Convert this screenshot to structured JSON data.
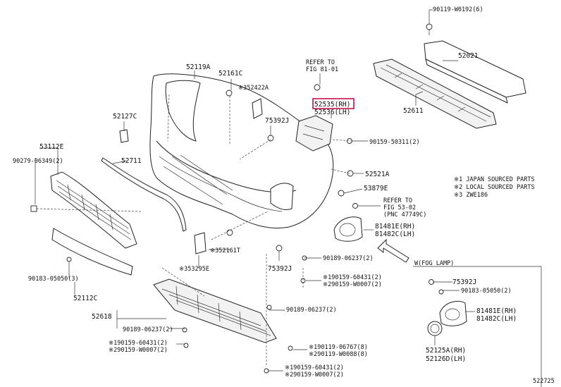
{
  "labels": {
    "p90119": "90119-W0192(6)",
    "p52021": "52021",
    "p52611": "52611",
    "refer1_a": "REFER TO",
    "refer1_b": "FIG 81-01",
    "p52535": "52535(RH)",
    "p52536": "52536(LH)",
    "p90159_50311": "90159-50311(2)",
    "p52521a": "52521A",
    "p53879e": "53879E",
    "refer2_a": "REFER TO",
    "refer2_b": "FIG 53-02",
    "refer2_c": "(PNC 47749C)",
    "p81481e_1": "81481E(RH)",
    "p81482c_1": "81482C(LH)",
    "p52119a": "52119A",
    "p52161c": "52161C",
    "p52422a": "※352422A",
    "p52127c": "52127C",
    "p75392j_1": "75392J",
    "p53112e": "53112E",
    "p90279": "90279-06349(2)",
    "p52711": "52711",
    "p52161t": "※352161T",
    "p53295e": "※353295E",
    "p75392j_2": "75392J",
    "p90189_1": "90189-06237(2)",
    "p190159_1": "※190159-60431(2)",
    "p290159_1": "※290159-W0007(2)",
    "p90183_1": "90183-05050(3)",
    "p52112c": "52112C",
    "p52618": "52618",
    "p90189_2": "90189-06237(2)",
    "p90189_3": "90189-06237(2)",
    "p190159_2": "※190159-60431(2)",
    "p290159_2": "※290159-W0007(2)",
    "p190119": "※190119-06767(8)",
    "p290119": "※290119-W0088(8)",
    "p190159_3": "※190159-60431(2)",
    "p290159_3": "※290159-W0007(2)",
    "fog_title": "W(FOG LAMP)",
    "p75392j_3": "75392J",
    "p90183_2": "90183-05050(2)",
    "p81481e_2": "81481E(RH)",
    "p81482c_2": "81482C(LH)",
    "p52125a": "52125A(RH)",
    "p52126d": "52126D(LH)",
    "legend1": "※1 JAPAN SOURCED PARTS",
    "legend2": "※2 LOCAL SOURCED PARTS",
    "legend3": "※3 ZWE186",
    "figure_id": "522725"
  },
  "colors": {
    "highlight": "#c2003c",
    "line": "#222222",
    "background": "#ffffff"
  }
}
